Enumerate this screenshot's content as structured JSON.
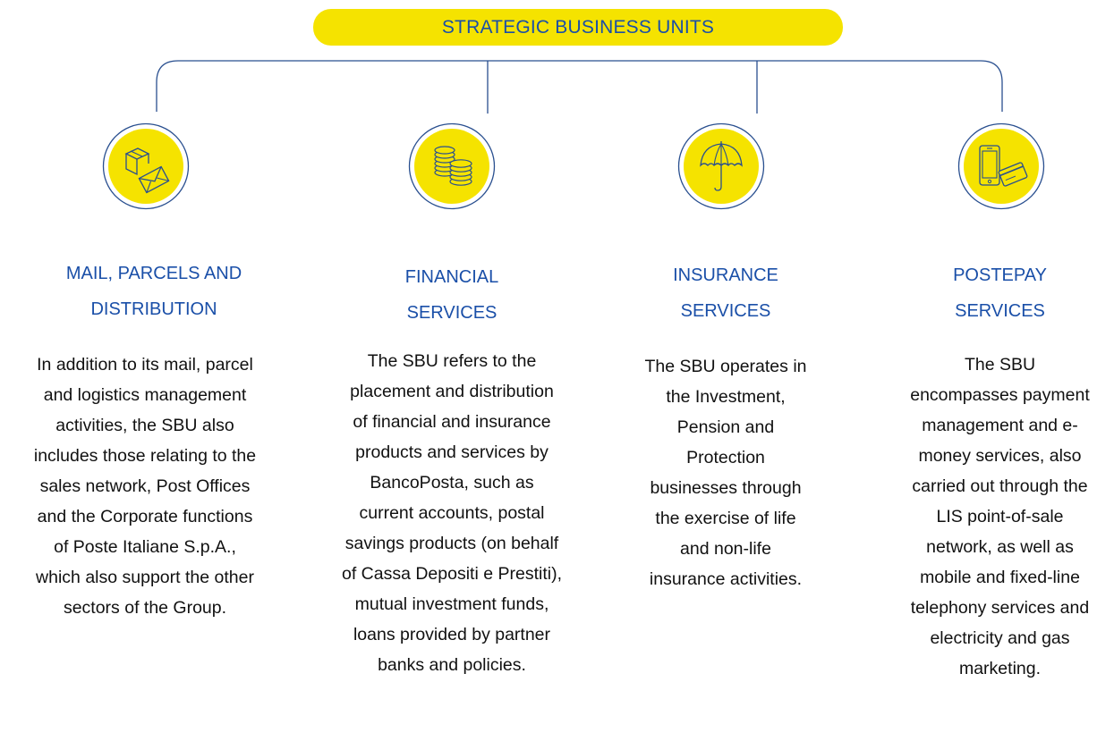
{
  "colors": {
    "brand_blue": "#1a4fa8",
    "brand_yellow": "#f5e300",
    "line_blue": "#294f8f",
    "body_text": "#111111"
  },
  "header": {
    "label": "STRATEGIC BUSINESS UNITS"
  },
  "units": [
    {
      "icon": "parcel-envelope-icon",
      "title_line1": "MAIL, PARCELS AND",
      "title_line2": "DISTRIBUTION",
      "body": [
        "In addition to its mail, parcel",
        "and logistics management",
        "activities, the SBU also",
        "includes those relating to the",
        "sales network, Post Offices",
        "and the Corporate functions",
        "of Poste Italiane S.p.A.,",
        "which also support the other",
        "sectors of the Group."
      ]
    },
    {
      "icon": "coins-icon",
      "title_line1": "FINANCIAL",
      "title_line2": "SERVICES",
      "body": [
        "The SBU refers to the",
        "placement and distribution",
        "of financial and insurance",
        "products and services by",
        "BancoPosta, such as",
        "current accounts, postal",
        "savings products (on behalf",
        "of Cassa Depositi e Prestiti),",
        "mutual investment funds,",
        "loans provided by partner",
        "banks and policies."
      ]
    },
    {
      "icon": "umbrella-icon",
      "title_line1": "INSURANCE",
      "title_line2": "SERVICES",
      "body": [
        "The SBU operates in",
        "the Investment,",
        "Pension and",
        "Protection",
        "businesses through",
        "the exercise of life",
        "and non-life",
        "insurance activities."
      ]
    },
    {
      "icon": "phone-card-icon",
      "title_line1": "POSTEPAY",
      "title_line2": "SERVICES",
      "body": [
        "The SBU",
        "encompasses payment",
        "management and e-",
        "money services, also",
        "carried out through the",
        "LIS point-of-sale",
        "network, as well as",
        "mobile and fixed-line",
        "telephony services and",
        "electricity and gas",
        "marketing."
      ]
    }
  ]
}
